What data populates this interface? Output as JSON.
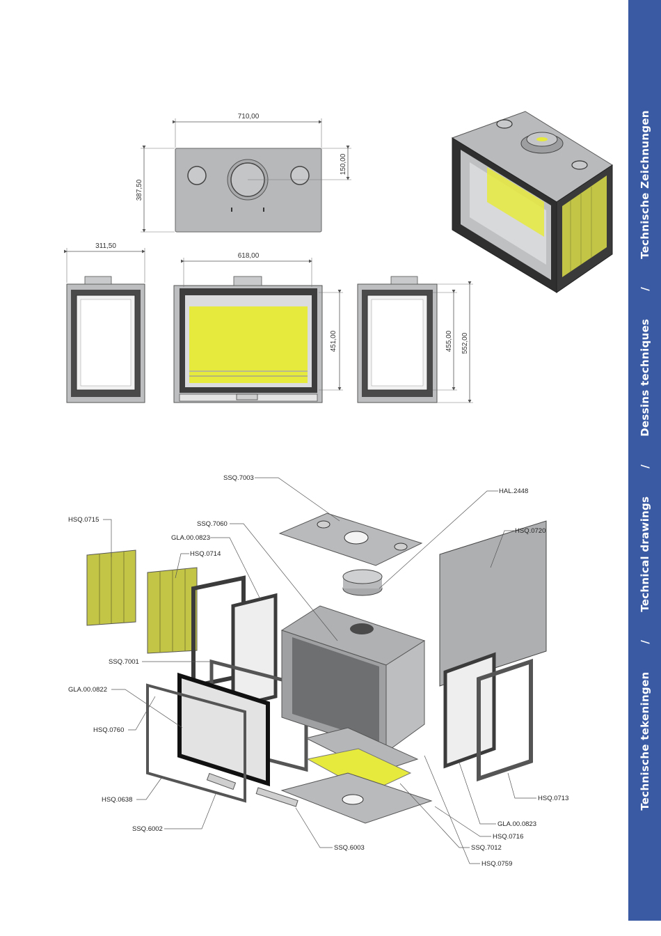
{
  "sidebar": {
    "items": [
      "Technische tekeningen",
      "Technical drawings",
      "Dessins techniques",
      "Technische Zeichnungen"
    ],
    "separator": "/"
  },
  "dimensions": {
    "top_width": "710,00",
    "top_depth": "387,50",
    "top_offset": "150,00",
    "side_depth": "311,50",
    "front_width": "618,00",
    "front_glass_height": "451,00",
    "side_glass_height": "455,00",
    "total_height": "552,00"
  },
  "parts": {
    "ssq7003": "SSQ.7003",
    "hal2448": "HAL.2448",
    "hsq0715": "HSQ.0715",
    "ssq7060": "SSQ.7060",
    "gla0823_top": "GLA.00.0823",
    "hsq0714": "HSQ.0714",
    "hsq0720": "HSQ.0720",
    "ssq7001": "SSQ.7001",
    "gla0822": "GLA.00.0822",
    "hsq0760": "HSQ.0760",
    "hsq0638": "HSQ.0638",
    "ssq6002": "SSQ.6002",
    "ssq6003": "SSQ.6003",
    "hsq0713": "HSQ.0713",
    "gla0823_bottom": "GLA.00.0823",
    "hsq0716": "HSQ.0716",
    "ssq7012": "SSQ.7012",
    "hsq0759": "HSQ.0759"
  },
  "colors": {
    "sidebar": "#3a5ba4",
    "ceramic_yellow": "#e6ea3c",
    "panel_ceramic": "#c3c547",
    "steel": "#b9babc",
    "frame_dark": "#3b3b3b"
  }
}
